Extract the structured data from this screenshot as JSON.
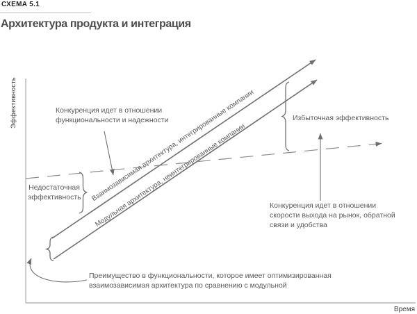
{
  "figure": {
    "kicker": "СХЕМА 5.1",
    "title": "Архитектура продукта и интеграция"
  },
  "axes": {
    "y": "Эффективность",
    "x": "Время"
  },
  "trajectories": {
    "interdependent": "Взаимозависимая архитектура, интегрированные компании",
    "modular": "Модульная архитектура, неинтегрированные компании"
  },
  "annotations": {
    "competition_functionality": {
      "line1": "Конкуренция идет в отношении",
      "line2": "функциональности и надежности"
    },
    "insufficient_performance": {
      "line1": "Недостаточная",
      "line2": "эффективность"
    },
    "excess_performance": "Избыточная эффективность",
    "competition_speed": {
      "line1": "Конкуренция идет в отношении",
      "line2": "скорости выхода на рынок, обратной",
      "line3": "связи и удобства"
    },
    "functionality_advantage": {
      "line1": "Преимущество в функциональности, которое имеет оптимизированная",
      "line2": "взаимозависимая архитектура по сравнению с модульной"
    }
  },
  "colors": {
    "line": "#6f6f6f",
    "dashed_line": "#8c8c8c",
    "axis": "#a9a9a9",
    "annotation_text": "#5a5a5a",
    "kicker_text": "#1f1f1f",
    "title_text": "#4c4c4c"
  }
}
